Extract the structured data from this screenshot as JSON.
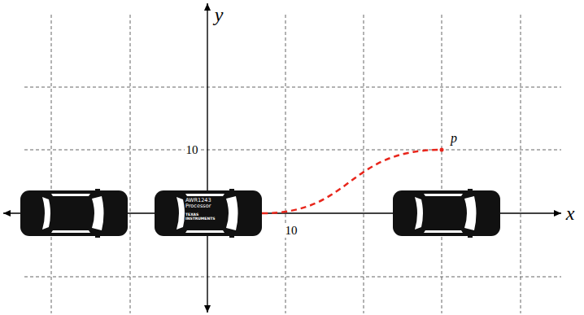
{
  "diagram": {
    "nodes": [
      {
        "text": [
          "AWR1243 Processor",
          "TEXAS INSTRUMENTS"
        ]
      }
    ],
    "labels": [
      "y",
      "10",
      "p",
      "10",
      "x"
    ]
  }
}
